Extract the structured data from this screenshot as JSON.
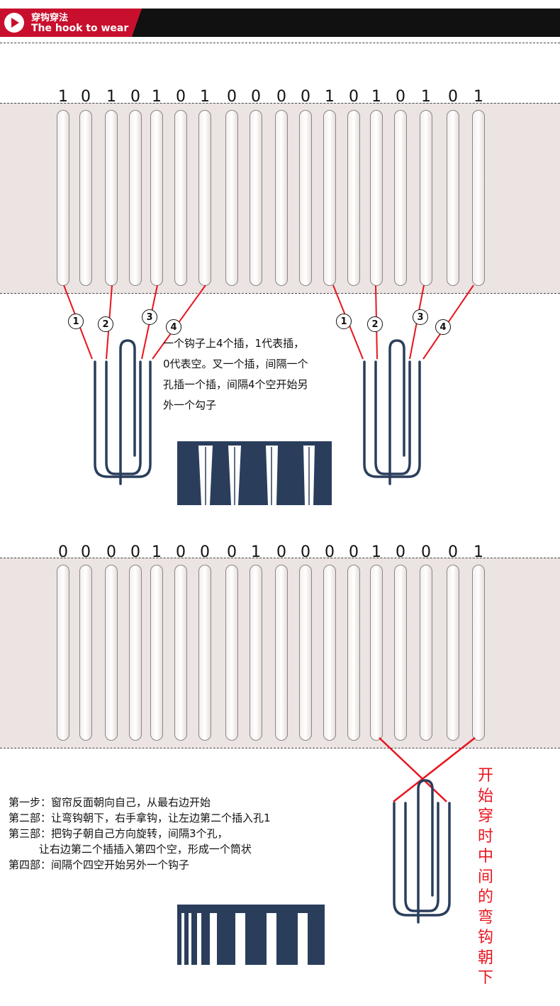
{
  "header": {
    "title_zh": "穿钩穿法",
    "title_en": "The hook to wear"
  },
  "diagram1": {
    "pattern": [
      "1",
      "0",
      "1",
      "0",
      "1",
      "0",
      "1",
      "0",
      "0",
      "0",
      "0",
      "1",
      "0",
      "1",
      "0",
      "1",
      "0",
      "1"
    ],
    "hook_markers": [
      "1",
      "2",
      "3",
      "4"
    ],
    "instruction_lines": [
      "一个钩子上4个插，1代表插，",
      "0代表空。叉一个插，间隔一个",
      "孔插一个插，间隔4个空开始另",
      "外一个勾子"
    ]
  },
  "diagram2": {
    "pattern": [
      "0",
      "0",
      "0",
      "0",
      "1",
      "0",
      "0",
      "0",
      "1",
      "0",
      "0",
      "0",
      "0",
      "1",
      "0",
      "0",
      "0",
      "1"
    ],
    "steps": [
      "第一步：窗帘反面朝向自己，从最右边开始",
      "第二部：让弯钩朝下，右手拿钩，让左边第二个插入孔1",
      "第三部：把钩子朝自己方向旋转，间隔3个孔，",
      "         让右边第二个插插入第四个空，形成一个筒状",
      "第四部：间隔个四空开始另外一个钩子"
    ],
    "vertical_note": [
      "开",
      "始",
      "穿",
      "时",
      "中",
      "间",
      "的",
      "弯",
      "钩",
      "朝",
      "下"
    ]
  },
  "colors": {
    "accent_red": "#c8102e",
    "annotation_red": "#e8141d",
    "hook_navy": "#2a3e5c",
    "tape_pink": "#ece4e2"
  }
}
